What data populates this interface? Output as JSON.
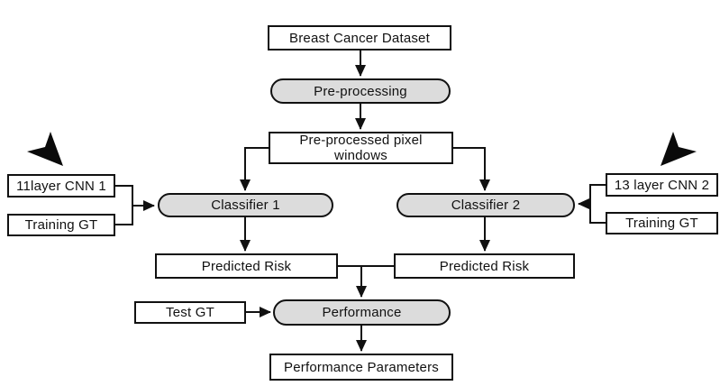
{
  "diagram_type": "flowchart",
  "colors": {
    "background": "#ffffff",
    "stroke": "#111111",
    "box_fill": "#ffffff",
    "process_pill_fill": "#dcdcdc"
  },
  "nodes": {
    "dataset": {
      "label": "Breast Cancer Dataset",
      "shape": "rect"
    },
    "preprocessing": {
      "label": "Pre-processing",
      "shape": "pill"
    },
    "pixel_windows": {
      "label": "Pre-processed pixel windows",
      "shape": "rect"
    },
    "cnn1": {
      "label": "11layer CNN 1",
      "shape": "rect"
    },
    "training_gt_left": {
      "label": "Training GT",
      "shape": "rect"
    },
    "classifier1": {
      "label": "Classifier 1",
      "shape": "pill"
    },
    "classifier2": {
      "label": "Classifier 2",
      "shape": "pill"
    },
    "cnn2": {
      "label": "13 layer CNN 2",
      "shape": "rect"
    },
    "training_gt_right": {
      "label": "Training GT",
      "shape": "rect"
    },
    "predicted_risk_left": {
      "label": "Predicted Risk",
      "shape": "rect"
    },
    "predicted_risk_right": {
      "label": "Predicted Risk",
      "shape": "rect"
    },
    "test_gt": {
      "label": "Test GT",
      "shape": "rect"
    },
    "performance": {
      "label": "Performance",
      "shape": "pill"
    },
    "performance_parameters": {
      "label": "Performance Parameters",
      "shape": "rect"
    }
  },
  "icons": {
    "left_pointer": "black-arrow-pointing-down-right",
    "right_pointer": "black-arrow-pointing-down-left"
  },
  "edges": [
    {
      "from": "Breast Cancer Dataset",
      "to": "Pre-processing"
    },
    {
      "from": "Pre-processing",
      "to": "Pre-processed pixel windows"
    },
    {
      "from": "Pre-processed pixel windows",
      "to": "Classifier 1"
    },
    {
      "from": "Pre-processed pixel windows",
      "to": "Classifier 2"
    },
    {
      "from": "11layer CNN 1 + Training GT",
      "to": "Classifier 1"
    },
    {
      "from": "13 layer CNN 2 + Training GT",
      "to": "Classifier 2"
    },
    {
      "from": "Classifier 1",
      "to": "Predicted Risk (left)"
    },
    {
      "from": "Classifier 2",
      "to": "Predicted Risk (right)"
    },
    {
      "from": "Predicted Risk (both)",
      "to": "Performance"
    },
    {
      "from": "Test GT",
      "to": "Performance"
    },
    {
      "from": "Performance",
      "to": "Performance Parameters"
    }
  ]
}
